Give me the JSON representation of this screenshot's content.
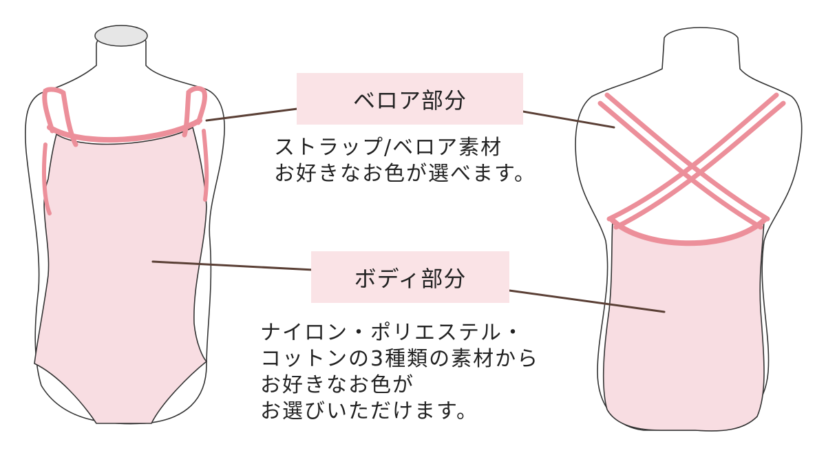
{
  "velour": {
    "label": "ベロア部分",
    "description": [
      "ストラップ/ベロア素材",
      "お好きなお色が選べます。"
    ]
  },
  "body_part": {
    "label": "ボディ部分",
    "description": [
      "ナイロン・ポリエステル・",
      "コットンの3種類の素材から",
      "お好きなお色が",
      "お選びいただけます。"
    ]
  },
  "colors": {
    "body_fill": "#f8dde2",
    "trim": "#ec8f9a",
    "outline": "#333333",
    "leader_line": "#5a3f35",
    "label_bg": "#fae3e6"
  }
}
